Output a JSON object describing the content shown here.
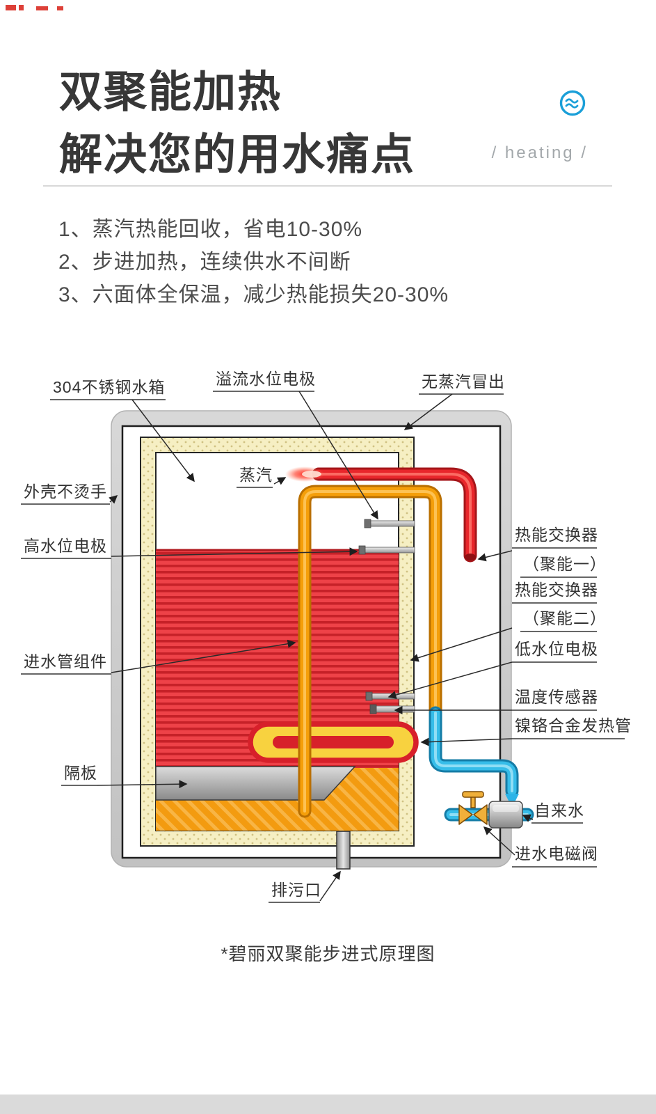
{
  "header": {
    "title_line1": "双聚能加热",
    "title_line2": "解决您的用水痛点",
    "tag": "/ heating /",
    "icon": "water-wave-icon"
  },
  "features": [
    "1、蒸汽热能回收，省电10-30%",
    "2、步进加热，连续供水不间断",
    "3、六面体全保温，减少热能损失20-30%"
  ],
  "diagram": {
    "caption": "*碧丽双聚能步进式原理图",
    "labels": {
      "stainless_tank": "304不锈钢水箱",
      "overflow_electrode": "溢流水位电极",
      "no_steam_out": "无蒸汽冒出",
      "steam": "蒸汽",
      "cool_shell": "外壳不烫手",
      "high_level_electrode": "高水位电极",
      "inlet_pipe_assembly": "进水管组件",
      "partition": "隔板",
      "drain_outlet": "排污口",
      "heat_exchanger_1": "热能交换器",
      "heat_exchanger_1_sub": "（聚能一）",
      "heat_exchanger_2": "热能交换器",
      "heat_exchanger_2_sub": "（聚能二）",
      "low_level_electrode": "低水位电极",
      "temperature_sensor": "温度传感器",
      "heating_tube": "镍铬合金发热管",
      "tap_water": "自来水",
      "inlet_solenoid_valve": "进水电磁阀"
    },
    "colors": {
      "accent_blue": "#1a9fd8",
      "hot_pipe_red": "#e8262b",
      "warm_pipe_orange": "#f59f0a",
      "cold_pipe_blue": "#36bde9",
      "hot_water_red": "#ee4248",
      "warm_layer_orange": "#f39b10",
      "insulation_cream": "#f6efc3",
      "shell_gray": "#cdcdcd"
    }
  }
}
